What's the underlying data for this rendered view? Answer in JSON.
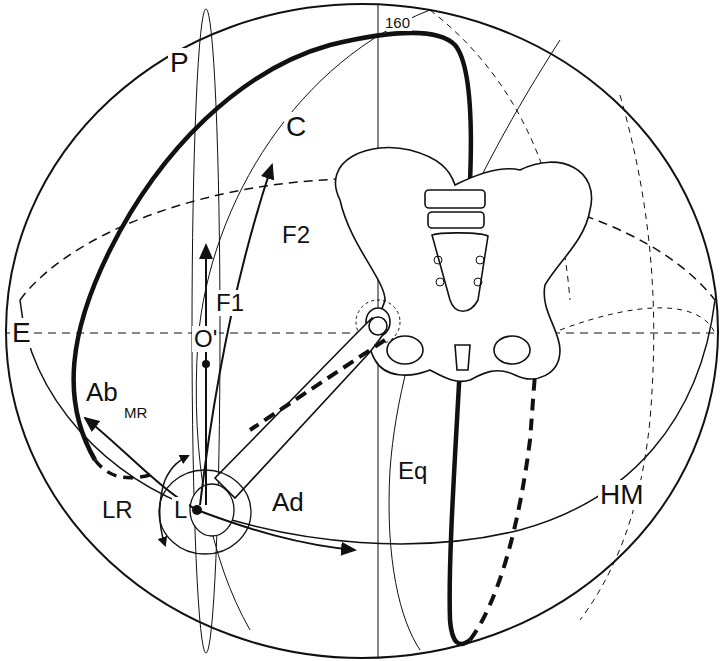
{
  "diagram": {
    "labels": [
      "160",
      "P",
      "C",
      "F1",
      "F2",
      "O'",
      "E",
      "Ab",
      "MR",
      "LR",
      "L",
      "Ad",
      "Eq",
      "HM"
    ]
  }
}
